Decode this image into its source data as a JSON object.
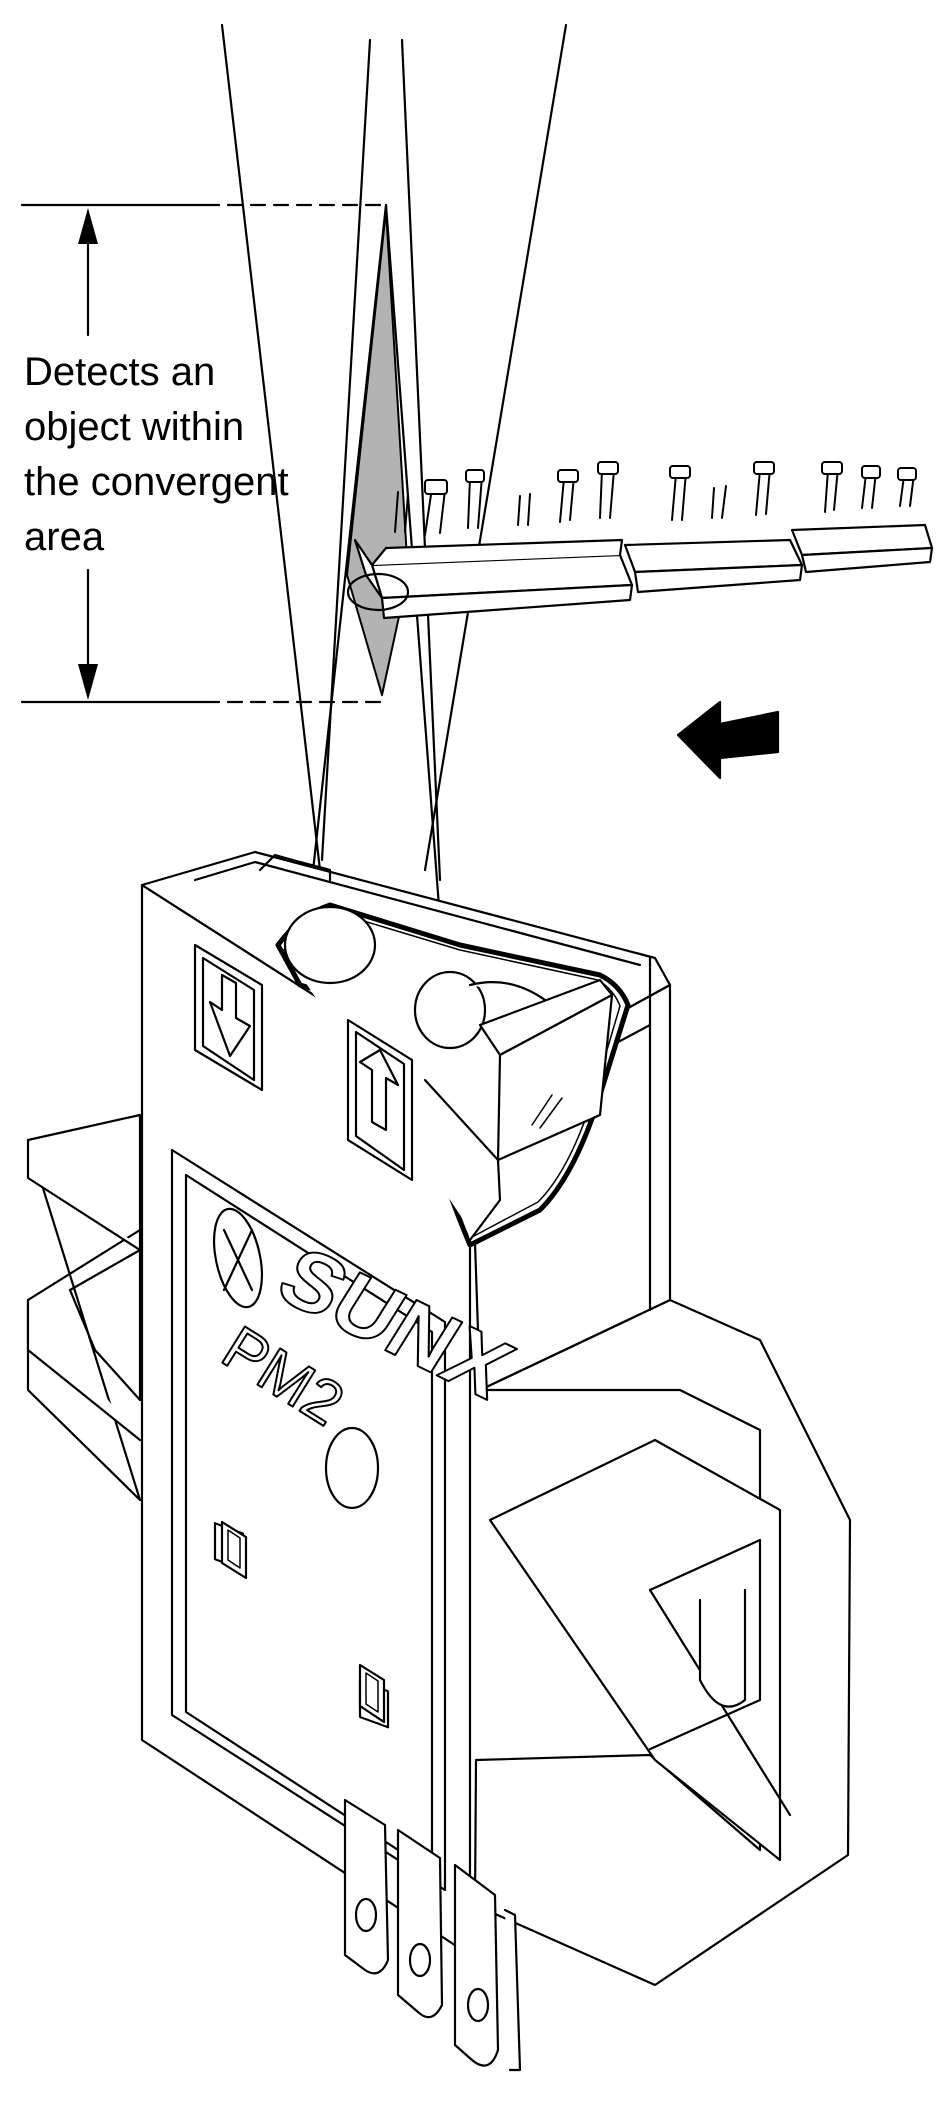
{
  "annotation": {
    "lines": [
      "Detects an",
      "object within",
      "the convergent",
      "area"
    ]
  },
  "device": {
    "brand": "SUNX",
    "model": "PM2"
  },
  "colors": {
    "stroke": "#000000",
    "background": "#ffffff",
    "convergent_area": "#b3b3b3",
    "arrow": "#000000"
  },
  "icons": {
    "emitter_direction": "arrow-down-icon",
    "receiver_direction": "arrow-up-icon",
    "movement_direction": "arrow-left-icon",
    "brand_logo": "sunx-logo-icon"
  }
}
